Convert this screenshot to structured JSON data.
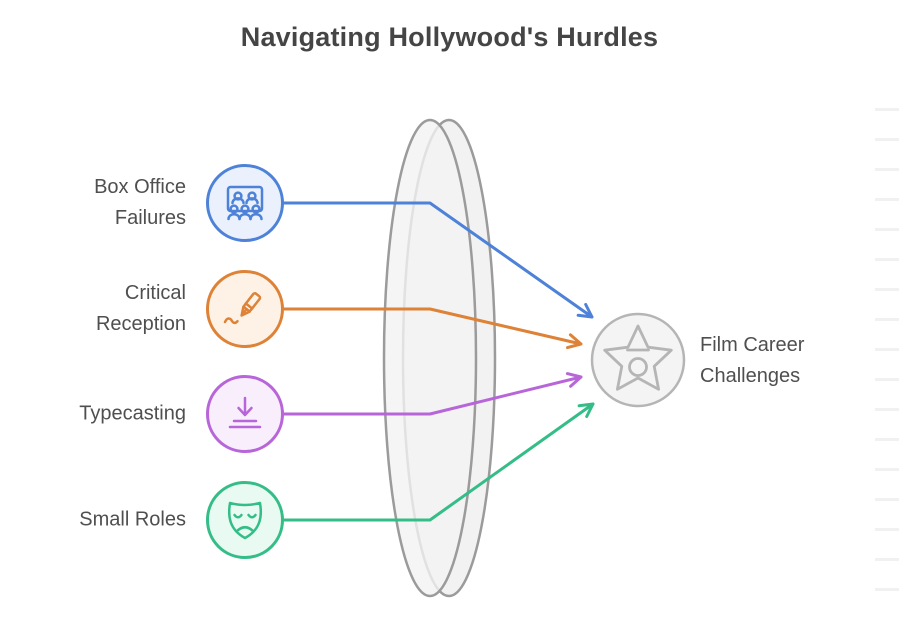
{
  "title": "Navigating Hollywood's Hurdles",
  "items": [
    {
      "label": "Box Office Failures",
      "icon": "audience-screen-icon",
      "color": "#4d82d8",
      "bg": "#eaf1fc"
    },
    {
      "label": "Critical Reception",
      "icon": "pen-writing-icon",
      "color": "#dd8236",
      "bg": "#fdf2e5"
    },
    {
      "label": "Typecasting",
      "icon": "download-arrow-icon",
      "color": "#b765d9",
      "bg": "#f8eefc"
    },
    {
      "label": "Small Roles",
      "icon": "tragedy-mask-icon",
      "color": "#35bd88",
      "bg": "#e9faf2"
    }
  ],
  "target": {
    "label": "Film Career Challenges",
    "icon": "star-icon",
    "ring": "#b5b5b5",
    "bg": "#f4f4f4"
  },
  "lens": {
    "stroke": "#9b9b9b",
    "fill": "#f2f2f2"
  },
  "colors": {
    "title_text": "#454545",
    "label_text": "#4f4f4f"
  }
}
